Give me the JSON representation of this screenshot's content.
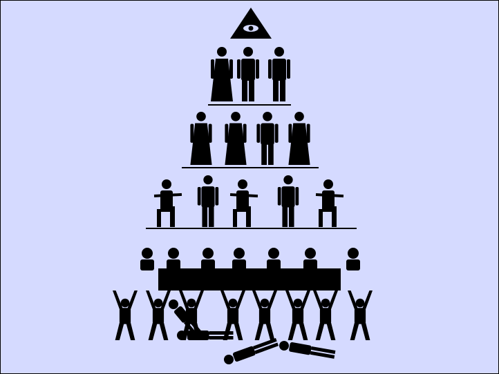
{
  "colors": {
    "background": "#d5daff",
    "ink": "#000000"
  },
  "pyramid": {
    "apex": {
      "icon": "all-seeing-eye-pyramid-icon"
    },
    "tiers": [
      {
        "name": "rulers",
        "figures": [
          "queen",
          "king",
          "capitalist"
        ]
      },
      {
        "name": "clergy",
        "figures": [
          "nun",
          "priest",
          "monk",
          "pope"
        ]
      },
      {
        "name": "military",
        "figures": [
          "kneeling-rifleman",
          "soldier-with-rifle",
          "mortar-soldier",
          "officer",
          "kneeling-rifleman"
        ]
      },
      {
        "name": "banquet",
        "figures": [
          "diner",
          "diner",
          "diner",
          "diner",
          "diner",
          "diner",
          "diner"
        ]
      },
      {
        "name": "workers",
        "figures": [
          "worker",
          "worker",
          "worker",
          "worker",
          "worker",
          "worker",
          "worker",
          "worker"
        ]
      },
      {
        "name": "fallen",
        "figures": [
          "fallen-worker",
          "fallen-worker",
          "fallen-worker",
          "fallen-worker"
        ]
      }
    ]
  }
}
